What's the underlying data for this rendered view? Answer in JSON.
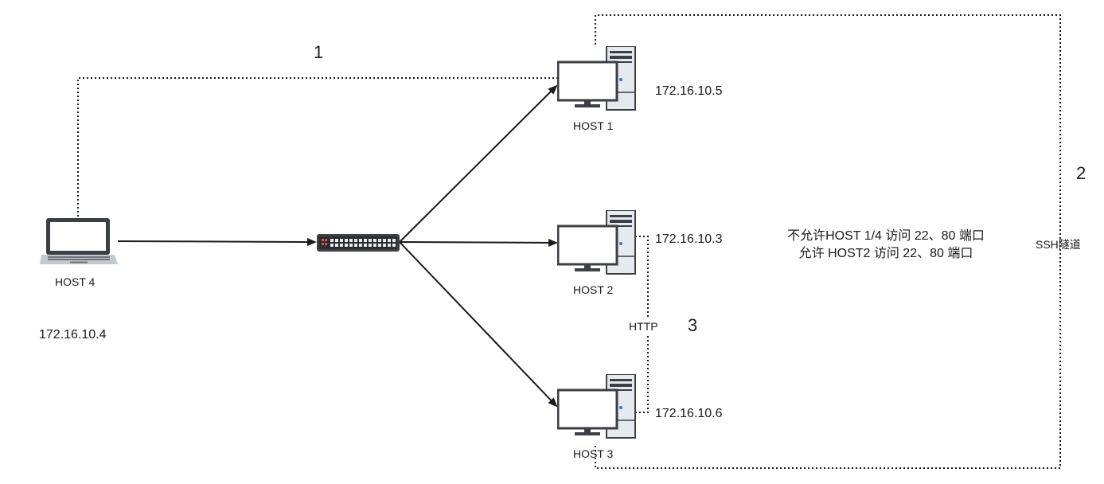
{
  "labels": {
    "path1": "1",
    "path2": "2",
    "path3": "3"
  },
  "hosts": {
    "host1": {
      "name": "HOST 1",
      "ip": "172.16.10.5"
    },
    "host2": {
      "name": "HOST 2",
      "ip": "172.16.10.3"
    },
    "host3": {
      "name": "HOST 3",
      "ip": "172.16.10.6"
    },
    "host4": {
      "name": "HOST 4",
      "ip": "172.16.10.4"
    }
  },
  "rules": {
    "line1": "不允许HOST 1/4 访问 22、80 端口",
    "line2": "允许 HOST2 访问 22、80 端口"
  },
  "links": {
    "ssh_tunnel": "SSH隧道",
    "http": "HTTP"
  },
  "icons": {
    "laptop": "laptop-icon",
    "switch": "network-switch-icon",
    "server": "server-icon"
  }
}
